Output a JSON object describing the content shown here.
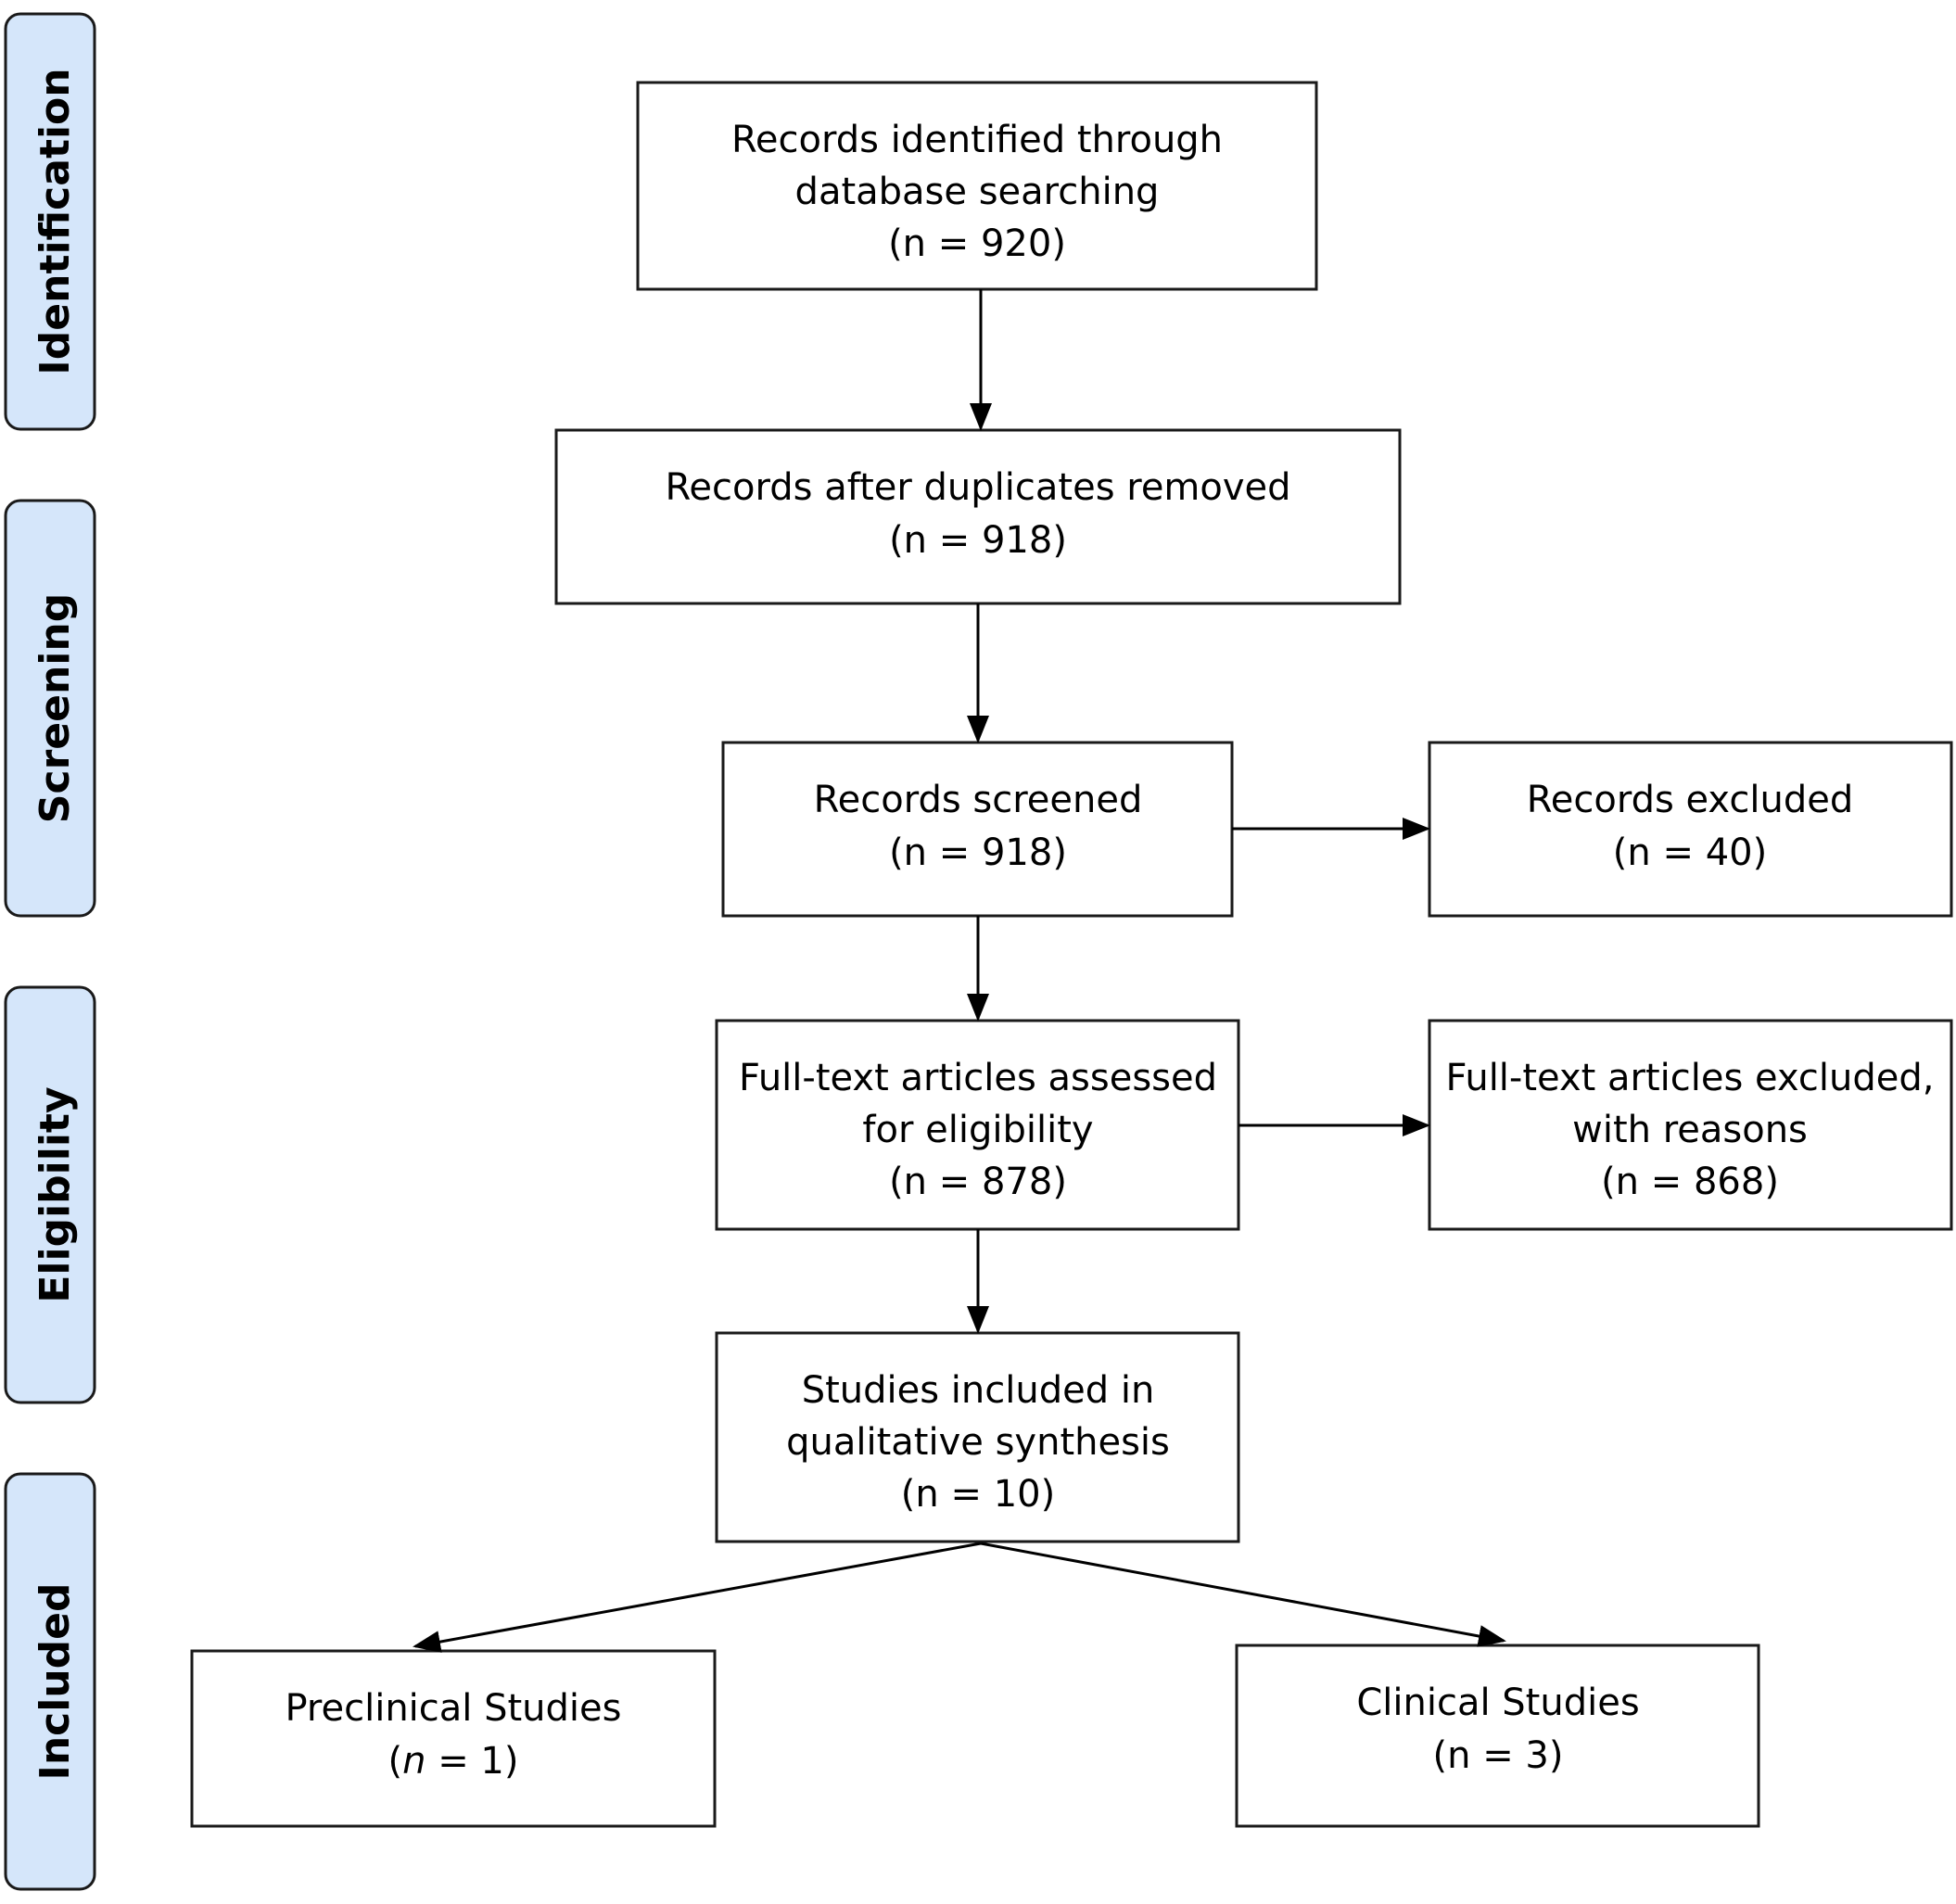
{
  "phases": {
    "identification": "Identification",
    "screening": "Screening",
    "eligibility": "Eligibility",
    "included": "Included"
  },
  "boxes": {
    "identified": {
      "line1": "Records identified through",
      "line2": "database searching",
      "line3": "(n = 920)"
    },
    "deduplicated": {
      "line1": "Records after duplicates removed",
      "line2": "(n = 918)"
    },
    "screened": {
      "line1": "Records screened",
      "line2": "(n = 918)"
    },
    "excluded": {
      "line1": "Records excluded",
      "line2": "(n = 40)"
    },
    "assessed": {
      "line1": "Full-text articles assessed",
      "line2": "for eligibility",
      "line3": "(n = 878)"
    },
    "fulltext_excluded": {
      "line1": "Full-text articles excluded,",
      "line2": "with reasons",
      "line3": "(n = 868)"
    },
    "synthesis": {
      "line1": "Studies included in",
      "line2": "qualitative synthesis",
      "line3": "(n = 10)"
    },
    "preclinical": {
      "line1": "Preclinical Studies",
      "line2_open": "(",
      "line2_n": "n",
      "line2_rest": " = 1)"
    },
    "clinical": {
      "line1": "Clinical Studies",
      "line2": "(n = 3)"
    }
  },
  "colors": {
    "phase_fill": "#d5e6fa",
    "stroke": "#1a1a1a"
  }
}
